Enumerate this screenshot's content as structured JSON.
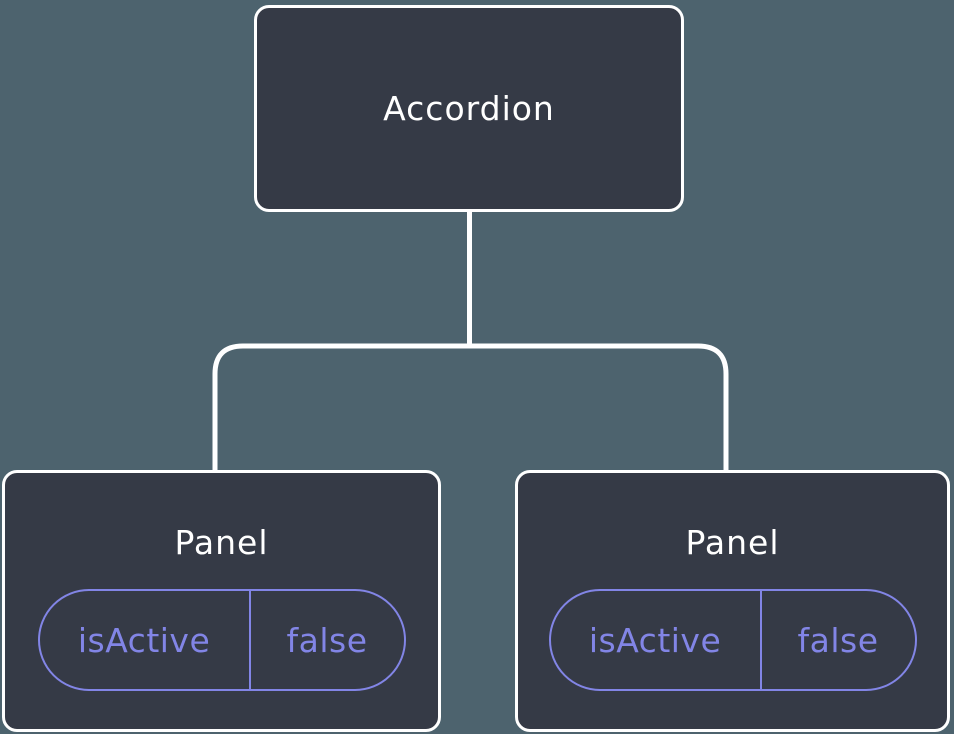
{
  "diagram": {
    "type": "component-tree",
    "colors": {
      "background": "#4d636e",
      "node_fill": "#353a46",
      "node_border": "#ffffff",
      "connector": "#ffffff",
      "state_accent": "#8285e6"
    },
    "root": {
      "label": "Accordion"
    },
    "children": [
      {
        "label": "Panel",
        "state": {
          "name": "isActive",
          "value": "false"
        }
      },
      {
        "label": "Panel",
        "state": {
          "name": "isActive",
          "value": "false"
        }
      }
    ]
  }
}
